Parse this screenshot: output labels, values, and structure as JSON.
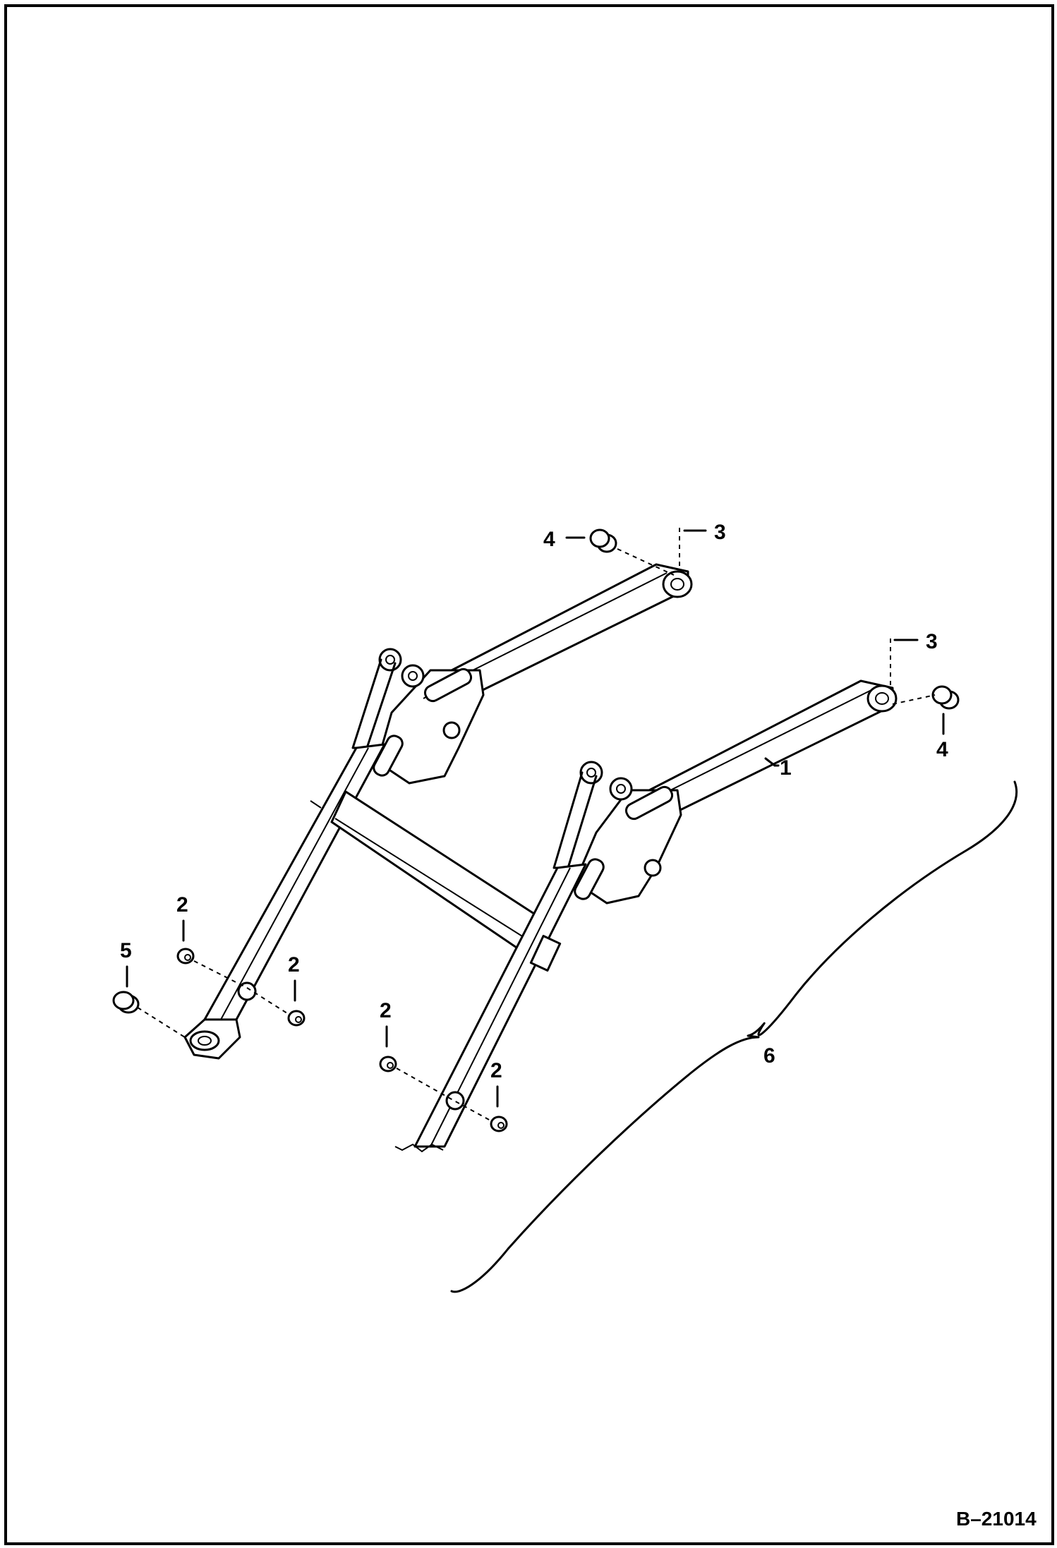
{
  "figure_number": "B–21014",
  "callouts": {
    "c3_top": "3",
    "c4_top": "4",
    "c3_right": "3",
    "c4_right": "4",
    "c1": "1",
    "c2_a": "2",
    "c5": "5",
    "c2_b": "2",
    "c2_c": "2",
    "c2_d": "2",
    "c6": "6"
  },
  "colors": {
    "ink": "#000000",
    "paper": "#ffffff"
  }
}
